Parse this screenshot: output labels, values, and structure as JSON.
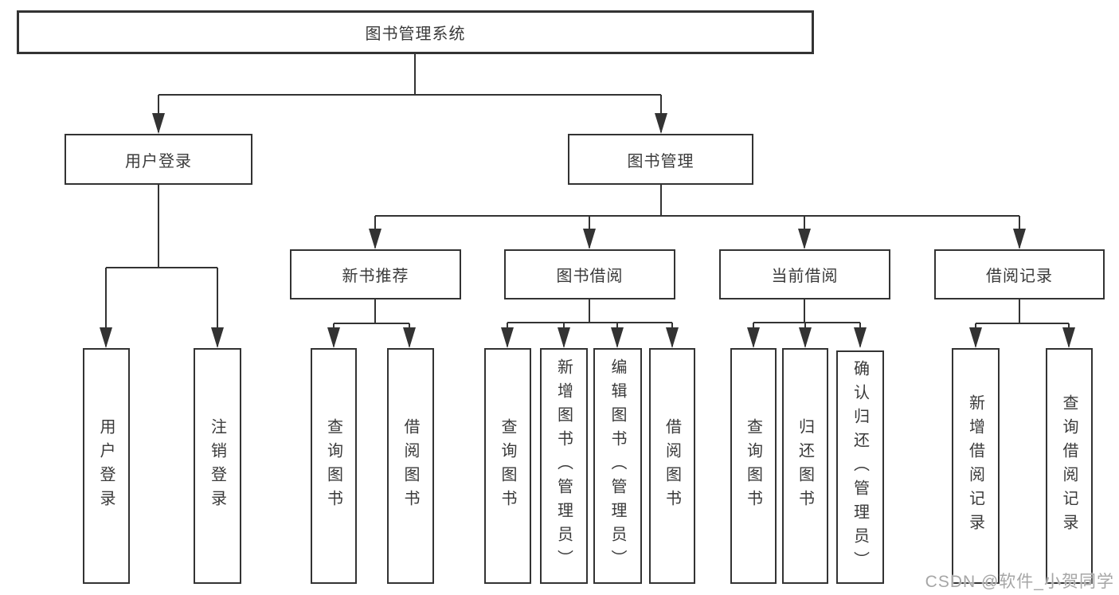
{
  "tree": {
    "label": "图书管理系统",
    "children": [
      {
        "label": "用户登录",
        "children": [
          {
            "label": "用户登录"
          },
          {
            "label": "注销登录"
          }
        ]
      },
      {
        "label": "图书管理",
        "children": [
          {
            "label": "新书推荐",
            "children": [
              {
                "label": "查询图书"
              },
              {
                "label": "借阅图书"
              }
            ]
          },
          {
            "label": "图书借阅",
            "children": [
              {
                "label": "查询图书"
              },
              {
                "label": "新增图书（管理员）"
              },
              {
                "label": "编辑图书（管理员）"
              },
              {
                "label": "借阅图书"
              }
            ]
          },
          {
            "label": "当前借阅",
            "children": [
              {
                "label": "查询图书"
              },
              {
                "label": "归还图书"
              },
              {
                "label": "确认归还（管理员）"
              }
            ]
          },
          {
            "label": "借阅记录",
            "children": [
              {
                "label": "新增借阅记录"
              },
              {
                "label": "查询借阅记录"
              }
            ]
          }
        ]
      }
    ]
  },
  "watermark": {
    "text": "CSDN @软件_小贺同学"
  },
  "colors": {
    "line": "#333333",
    "text": "#3a3a3a",
    "watermark": "#a6a6a6"
  }
}
